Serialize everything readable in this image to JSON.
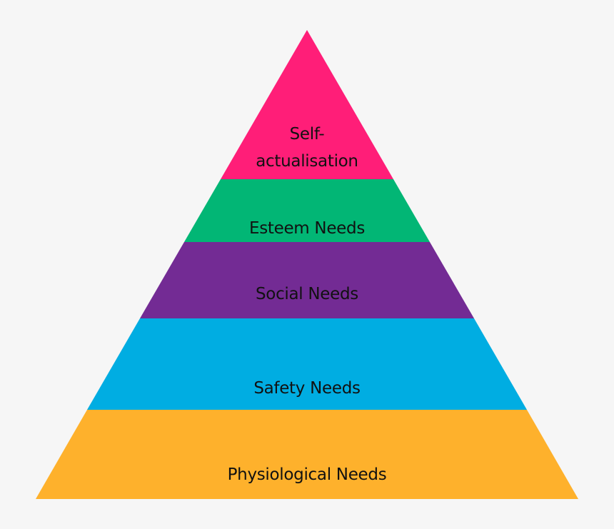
{
  "diagram": {
    "type": "pyramid",
    "background": "#f6f6f6",
    "levels": [
      {
        "label_lines": [
          "Self-",
          "actualisation"
        ],
        "color": "#ff1e78"
      },
      {
        "label": "Esteem Needs",
        "color": "#02b675"
      },
      {
        "label": "Social Needs",
        "color": "#732b94"
      },
      {
        "label": "Safety Needs",
        "color": "#00ade2"
      },
      {
        "label": "Physiological Needs",
        "color": "#feb12c"
      }
    ]
  }
}
